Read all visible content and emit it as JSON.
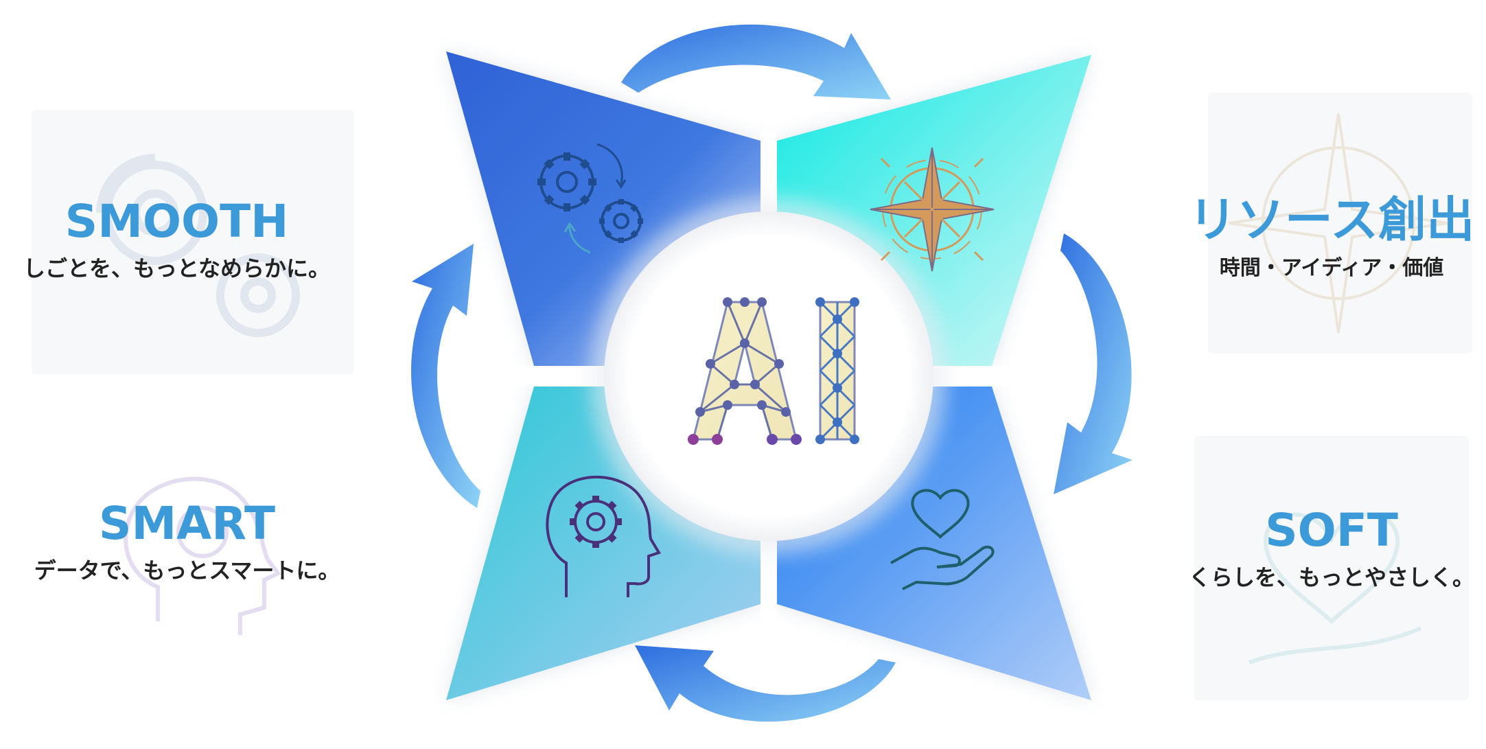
{
  "center": {
    "logo_text": "AI"
  },
  "labels": {
    "smooth": {
      "title": "SMOOTH",
      "subtitle": "しごとを、もっとなめらかに。"
    },
    "smart": {
      "title": "SMART",
      "subtitle": "データで、もっとスマートに。"
    },
    "resource": {
      "title": "リソース創出",
      "subtitle": "時間・アイディア・価値"
    },
    "soft": {
      "title": "SOFT",
      "subtitle": "くらしを、もっとやさしく。"
    }
  },
  "icons": {
    "top_left": "gears-icon",
    "top_right": "compass-icon",
    "bottom_left": "head-gear-icon",
    "bottom_right": "heart-hand-icon",
    "arrows": "cycle-arrow-icon"
  },
  "colors": {
    "label_blue": "#3d9ad9",
    "text_dark": "#222222",
    "panel_tl_a": "#2f62d6",
    "panel_tl_b": "#b9cdf6",
    "panel_tr_a": "#14e6e0",
    "panel_tr_b": "#d6f6f6",
    "panel_bl_a": "#2cc6d9",
    "panel_bl_b": "#a7cff1",
    "panel_br_a": "#1e7cf0",
    "panel_br_b": "#a9c8f8",
    "arrow_a": "#2f6fe0",
    "arrow_b": "#8fd2f5"
  }
}
